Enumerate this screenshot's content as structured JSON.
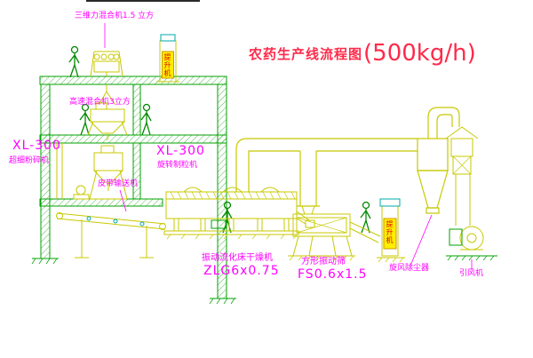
{
  "title": {
    "text": "农药生产线流程图",
    "capacity": "(500kg/h)"
  },
  "labels": {
    "mixer_3d": "三维力混合机1.5 立方",
    "high_speed_mixer": "高速混合机3立方",
    "pulverizer_model": "XL-300",
    "pulverizer_name": "超细粉碎机",
    "granulator_model": "XL-300",
    "granulator_name": "旋转制粒机",
    "belt_conveyor": "皮带输送机",
    "fluid_bed_dryer_name": "振动流化床干燥机",
    "fluid_bed_dryer_model": "ZLG6x0.75",
    "square_sieve_name": "方形振动筛",
    "square_sieve_model": "FS0.6x1.5",
    "cyclone_name": "旋风除尘器",
    "fan_name": "引风机",
    "elevator1": "提升机",
    "elevator2": "提升机"
  },
  "colors": {
    "line_yellow": "#c8c800",
    "line_green": "#00a000",
    "line_cyan": "#00aaaa",
    "label_magenta": "#ff00ff",
    "title_red": "#ff2a4a",
    "elevator_fill": "#ffee00",
    "elevator_text_red": "#dd0000"
  }
}
